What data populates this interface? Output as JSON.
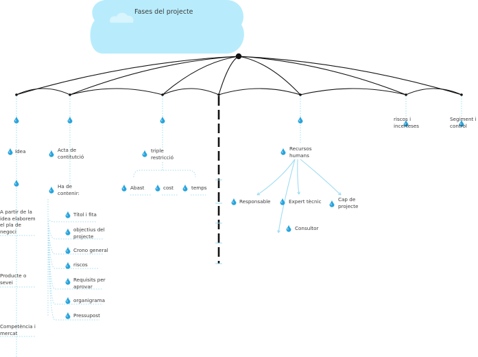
{
  "title": "Fases del projecte",
  "colors": {
    "cloud": "#b8ecfc",
    "drop": "#27a4dc",
    "dotted": "#9fdcf2",
    "stroke": "#111111",
    "text": "#3a3a3a"
  },
  "icons": [
    "cloud-icon",
    "water-drop-icon"
  ],
  "phases": [
    {
      "label": "Idea",
      "children": [
        "A partir de la idea elaborem el pla de negoci",
        "Producte o sevei",
        "Competència i mercat"
      ]
    },
    {
      "label": "Acta de contitutció",
      "children": [
        {
          "label": "Ha de contenir:",
          "children": [
            "Títol i fita",
            "objectius del projecte",
            "Crono general",
            "riscos",
            "Requisits per aprovar",
            "organigrama",
            "Pressupost"
          ]
        }
      ]
    },
    {
      "label": "triple restricció",
      "children": [
        "Abast",
        "cost",
        "temps"
      ]
    },
    {
      "label": "",
      "children": []
    },
    {
      "label": "Recursos humans",
      "children": [
        "Responsable",
        "Expert tècnic",
        "Cap de projecte",
        "Consultor"
      ]
    },
    {
      "label": "riscos i incerteses",
      "children": []
    },
    {
      "label": "Segiment i control",
      "children": []
    }
  ]
}
